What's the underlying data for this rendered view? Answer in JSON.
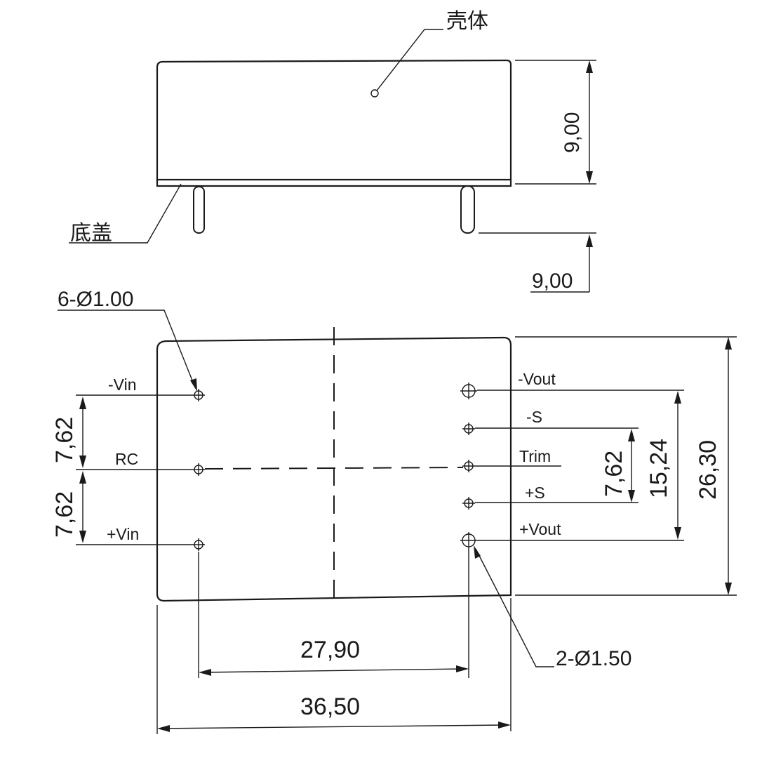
{
  "side_view": {
    "housing_label": "壳体",
    "base_cover_label": "底盖",
    "height_dim": "9,00",
    "pin_length_dim": "9,00"
  },
  "top_view": {
    "small_holes_label": "6-Ø1.00",
    "large_holes_label": "2-Ø1.50",
    "left_pins": [
      "-Vin",
      "RC",
      "+Vin"
    ],
    "right_pins": [
      "-Vout",
      "-S",
      "Trim",
      "+S",
      "+Vout"
    ],
    "left_pitch_upper": "7,62",
    "left_pitch_lower": "7,62",
    "right_pitch_inner": "7,62",
    "right_pitch_outer": "15,24",
    "overall_height": "26,30",
    "pin_row_spacing": "27,90",
    "overall_width": "36,50"
  }
}
